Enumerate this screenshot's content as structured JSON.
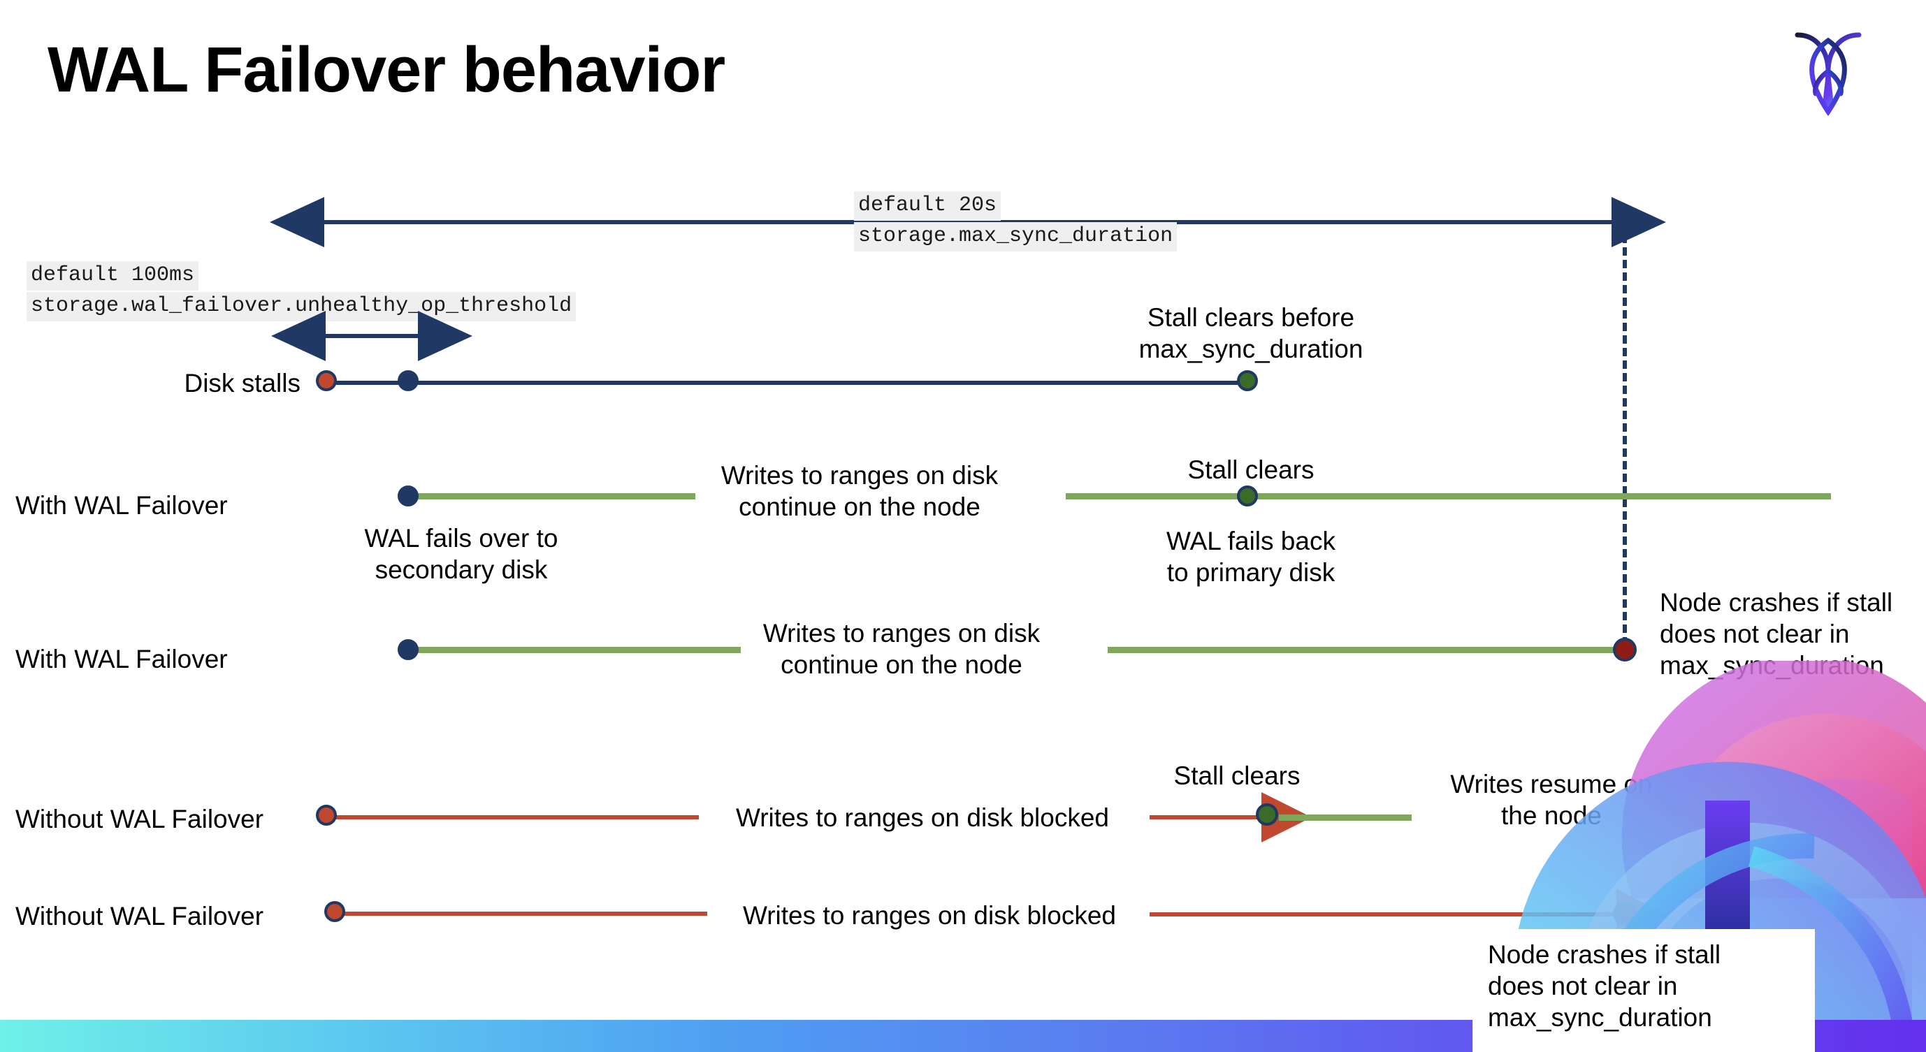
{
  "slide": {
    "title": "WAL Failover behavior",
    "logo_name": "cockroachdb-logo"
  },
  "annotations": {
    "max_sync_duration": {
      "line1": "default 20s",
      "line2": "storage.max_sync_duration"
    },
    "unhealthy_op_threshold": {
      "line1": "default 100ms",
      "line2": "storage.wal_failover.unhealthy_op_threshold"
    }
  },
  "rows": [
    {
      "id": "disk-stalls",
      "label": "Disk stalls",
      "note_right": "Stall clears before\nmax_sync_duration"
    },
    {
      "id": "with-wal-failover-1",
      "label": "With WAL Failover",
      "note_start": "WAL fails over to\nsecondary disk",
      "note_mid": "Writes to ranges on disk\ncontinue on the node",
      "note_clear": "Stall clears",
      "note_back": "WAL fails  back\nto primary disk"
    },
    {
      "id": "with-wal-failover-2",
      "label": "With WAL Failover",
      "note_mid": "Writes to ranges on disk\ncontinue on the node",
      "note_crash": "Node crashes if stall\ndoes not clear in\nmax_sync_duration"
    },
    {
      "id": "without-wal-failover-1",
      "label": "Without WAL Failover",
      "note_mid": "Writes to ranges on disk  blocked",
      "note_clear": "Stall clears",
      "note_resume": "Writes resume on\nthe node"
    },
    {
      "id": "without-wal-failover-2",
      "label": "Without WAL Failover",
      "note_mid": "Writes to ranges on disk  blocked",
      "note_crash": "Node crashes if stall\ndoes not clear in\nmax_sync_duration"
    }
  ],
  "colors": {
    "navy": "#1f3864",
    "orange": "#c0482f",
    "green_line": "#7fa85c",
    "green_dot": "#3a6b28",
    "dark_red": "#8f1d16",
    "code_bg": "#efefef",
    "bar_start": "#6ff0e8",
    "bar_end": "#6330ee"
  }
}
